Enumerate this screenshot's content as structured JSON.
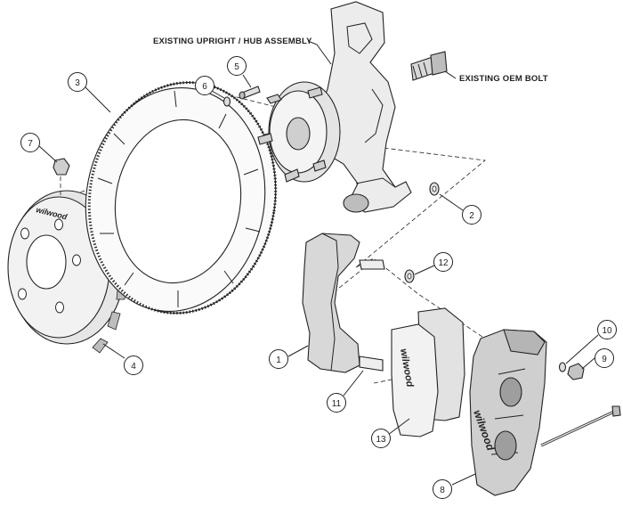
{
  "callouts": {
    "upright_label": "EXISTING UPRIGHT / HUB ASSEMBLY",
    "oem_bolt_label": "EXISTING OEM BOLT"
  },
  "part_numbers": {
    "p1": "1",
    "p2": "2",
    "p3": "3",
    "p4": "4",
    "p5": "5",
    "p6": "6",
    "p7": "7",
    "p8": "8",
    "p9": "9",
    "p10": "10",
    "p11": "11",
    "p12": "12",
    "p13": "13"
  },
  "brand": {
    "hat_logo": "wilwood",
    "pad_logo": "wilwood",
    "caliper_logo": "wilwood"
  },
  "colors": {
    "line": "#222222",
    "shade": "#c8c8c8",
    "dark_shade": "#8a8a8a",
    "background": "#ffffff"
  }
}
